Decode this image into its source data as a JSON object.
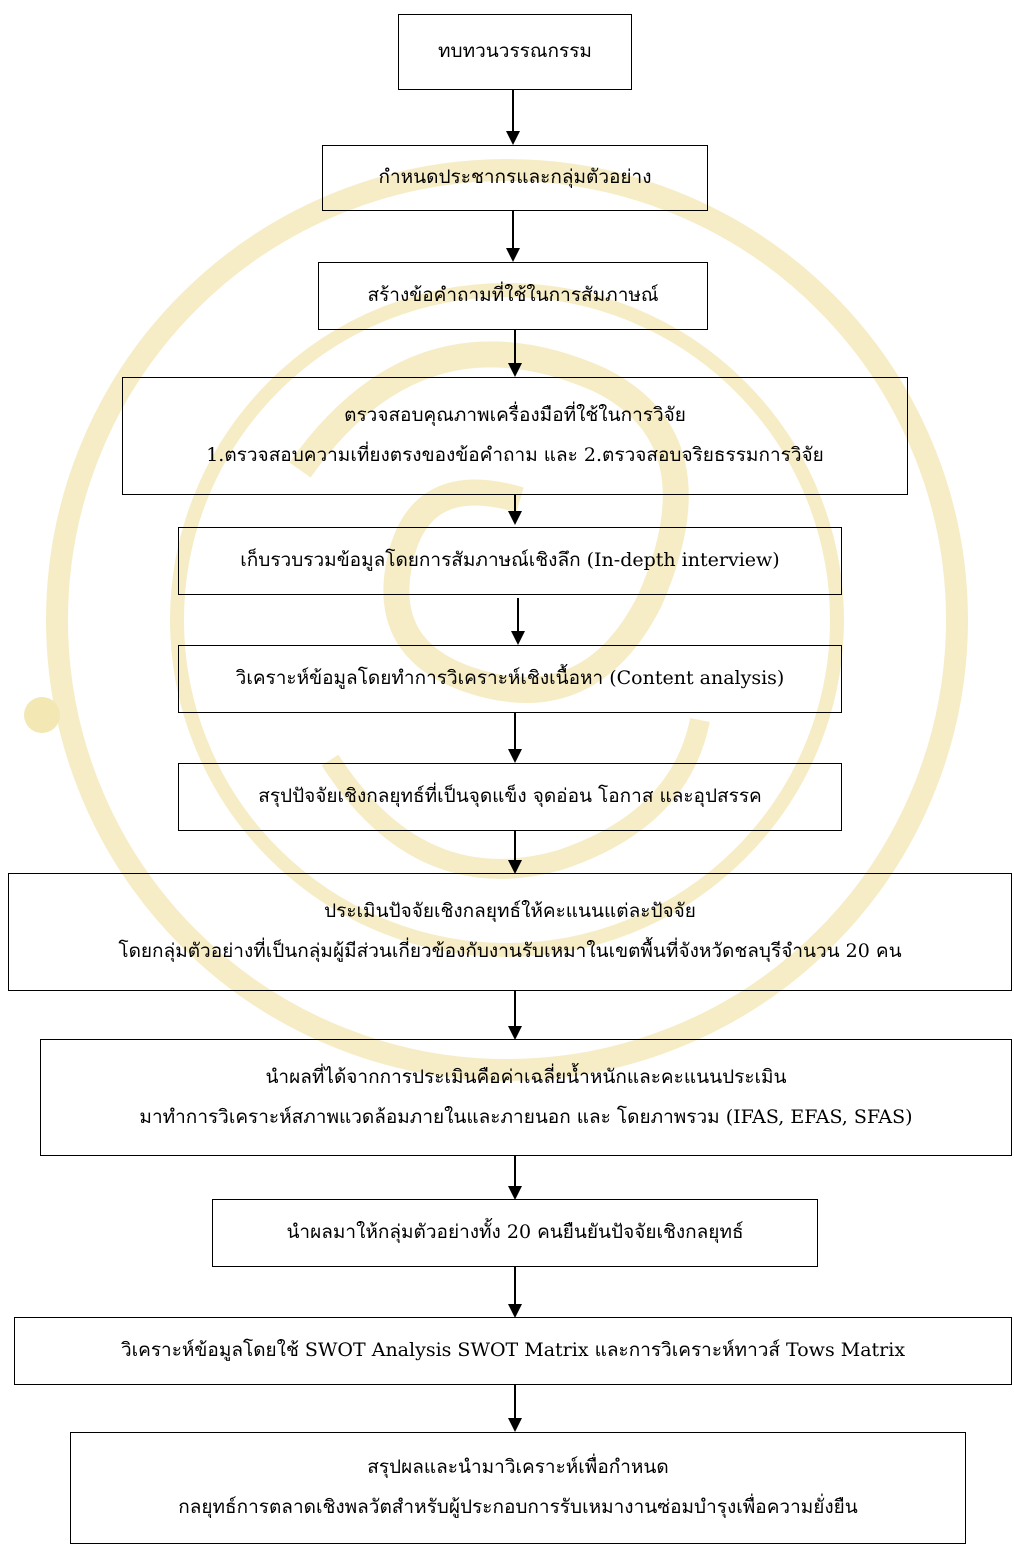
{
  "flowchart": {
    "steps": [
      {
        "lines": [
          "ทบทวนวรรณกรรม"
        ]
      },
      {
        "lines": [
          "กำหนดประชากรและกลุ่มตัวอย่าง"
        ]
      },
      {
        "lines": [
          "สร้างข้อคำถามที่ใช้ในการสัมภาษณ์"
        ]
      },
      {
        "lines": [
          "ตรวจสอบคุณภาพเครื่องมือที่ใช้ในการวิจัย",
          "1.ตรวจสอบความเที่ยงตรงของข้อคำถาม และ 2.ตรวจสอบจริยธรรมการวิจัย"
        ]
      },
      {
        "lines": [
          "เก็บรวบรวมข้อมูลโดยการสัมภาษณ์เชิงลึก (In-depth interview)"
        ]
      },
      {
        "lines": [
          "วิเคราะห์ข้อมูลโดยทำการวิเคราะห์เชิงเนื้อหา (Content analysis)"
        ]
      },
      {
        "lines": [
          "สรุปปัจจัยเชิงกลยุทธ์ที่เป็นจุดแข็ง จุดอ่อน โอกาส และอุปสรรค"
        ]
      },
      {
        "lines": [
          "ประเมินปัจจัยเชิงกลยุทธ์ให้คะแนนแต่ละปัจจัย",
          "โดยกลุ่มตัวอย่างที่เป็นกลุ่มผู้มีส่วนเกี่ยวข้องกับงานรับเหมาในเขตพื้นที่จังหวัดชลบุรีจำนวน 20 คน"
        ]
      },
      {
        "lines": [
          "นำผลที่ได้จากการประเมินคือค่าเฉลี่ยน้ำหนักและคะแนนประเมิน",
          "มาทำการวิเคราะห์สภาพแวดล้อมภายในและภายนอก และ โดยภาพรวม (IFAS, EFAS, SFAS)"
        ]
      },
      {
        "lines": [
          "นำผลมาให้กลุ่มตัวอย่างทั้ง 20 คนยืนยันปัจจัยเชิงกลยุทธ์"
        ]
      },
      {
        "lines": [
          "วิเคราะห์ข้อมูลโดยใช้ SWOT Analysis SWOT Matrix และการวิเคราะห์ทาวส์ Tows Matrix"
        ]
      },
      {
        "lines": [
          "สรุปผลและนำมาวิเคราะห์เพื่อกำหนด",
          "กลยุทธ์การตลาดเชิงพลวัตสำหรับผู้ประกอบการรับเหมางานซ่อมบำรุงเพื่อความยั่งยืน"
        ]
      }
    ]
  },
  "colors": {
    "line": "#000000",
    "watermark": "#f1e3a6"
  }
}
